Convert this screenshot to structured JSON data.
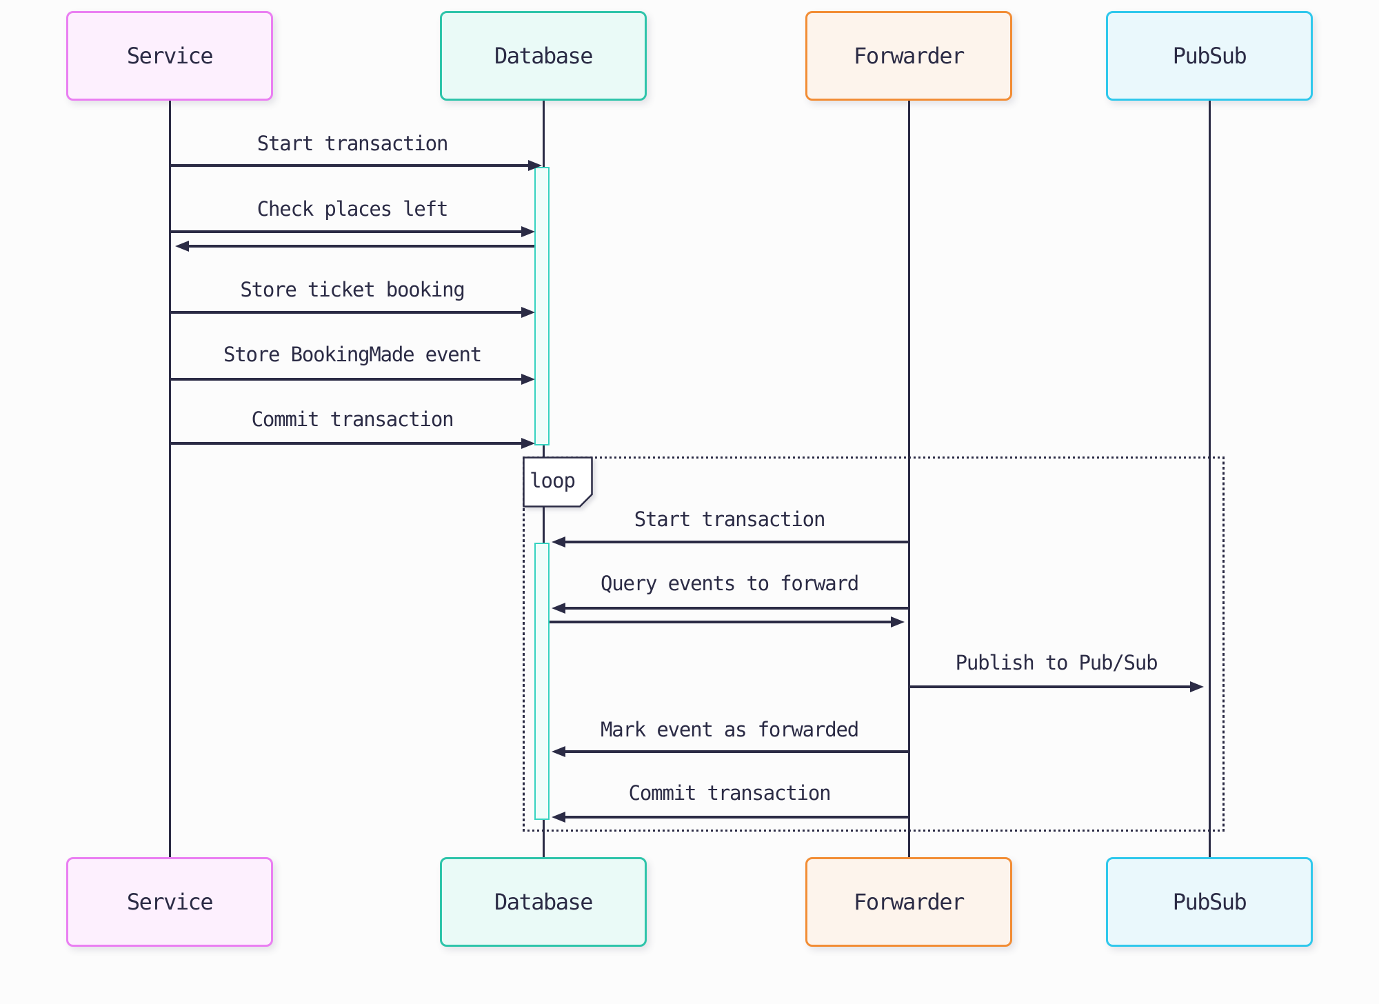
{
  "diagram": {
    "type": "sequence",
    "participants": [
      {
        "id": "service",
        "name": "Service",
        "border_color": "#ea7ff2",
        "fill_color": "#fdf0fe"
      },
      {
        "id": "database",
        "name": "Database",
        "border_color": "#2ec4aa",
        "fill_color": "#eafaf7"
      },
      {
        "id": "forwarder",
        "name": "Forwarder",
        "border_color": "#f28d35",
        "fill_color": "#fdf4ec"
      },
      {
        "id": "pubsub",
        "name": "PubSub",
        "border_color": "#2fc8ec",
        "fill_color": "#eaf8fc"
      }
    ],
    "loop": {
      "label": "loop"
    },
    "messages": [
      {
        "from": "Service",
        "to": "Database",
        "label": "Start transaction",
        "direction": "right",
        "has_response_arrow": false,
        "in_loop": false
      },
      {
        "from": "Service",
        "to": "Database",
        "label": "Check places left",
        "direction": "right",
        "has_response_arrow": true,
        "in_loop": false
      },
      {
        "from": "Service",
        "to": "Database",
        "label": "Store ticket booking",
        "direction": "right",
        "has_response_arrow": false,
        "in_loop": false
      },
      {
        "from": "Service",
        "to": "Database",
        "label": "Store BookingMade event",
        "direction": "right",
        "has_response_arrow": false,
        "in_loop": false
      },
      {
        "from": "Service",
        "to": "Database",
        "label": "Commit transaction",
        "direction": "right",
        "has_response_arrow": false,
        "in_loop": false
      },
      {
        "from": "Forwarder",
        "to": "Database",
        "label": "Start transaction",
        "direction": "left",
        "has_response_arrow": false,
        "in_loop": true
      },
      {
        "from": "Forwarder",
        "to": "Database",
        "label": "Query events to forward",
        "direction": "left",
        "has_response_arrow": true,
        "in_loop": true
      },
      {
        "from": "Forwarder",
        "to": "PubSub",
        "label": "Publish to Pub/Sub",
        "direction": "right",
        "has_response_arrow": false,
        "in_loop": true
      },
      {
        "from": "Forwarder",
        "to": "Database",
        "label": "Mark event as forwarded",
        "direction": "left",
        "has_response_arrow": false,
        "in_loop": true
      },
      {
        "from": "Forwarder",
        "to": "Database",
        "label": "Commit transaction",
        "direction": "left",
        "has_response_arrow": false,
        "in_loop": true
      }
    ],
    "colors": {
      "line": "#2b2b45",
      "text": "#2b2b45",
      "activation_border": "#36d3c0",
      "activation_fill": "#f0fdfa",
      "background": "#fcfcfc"
    }
  }
}
